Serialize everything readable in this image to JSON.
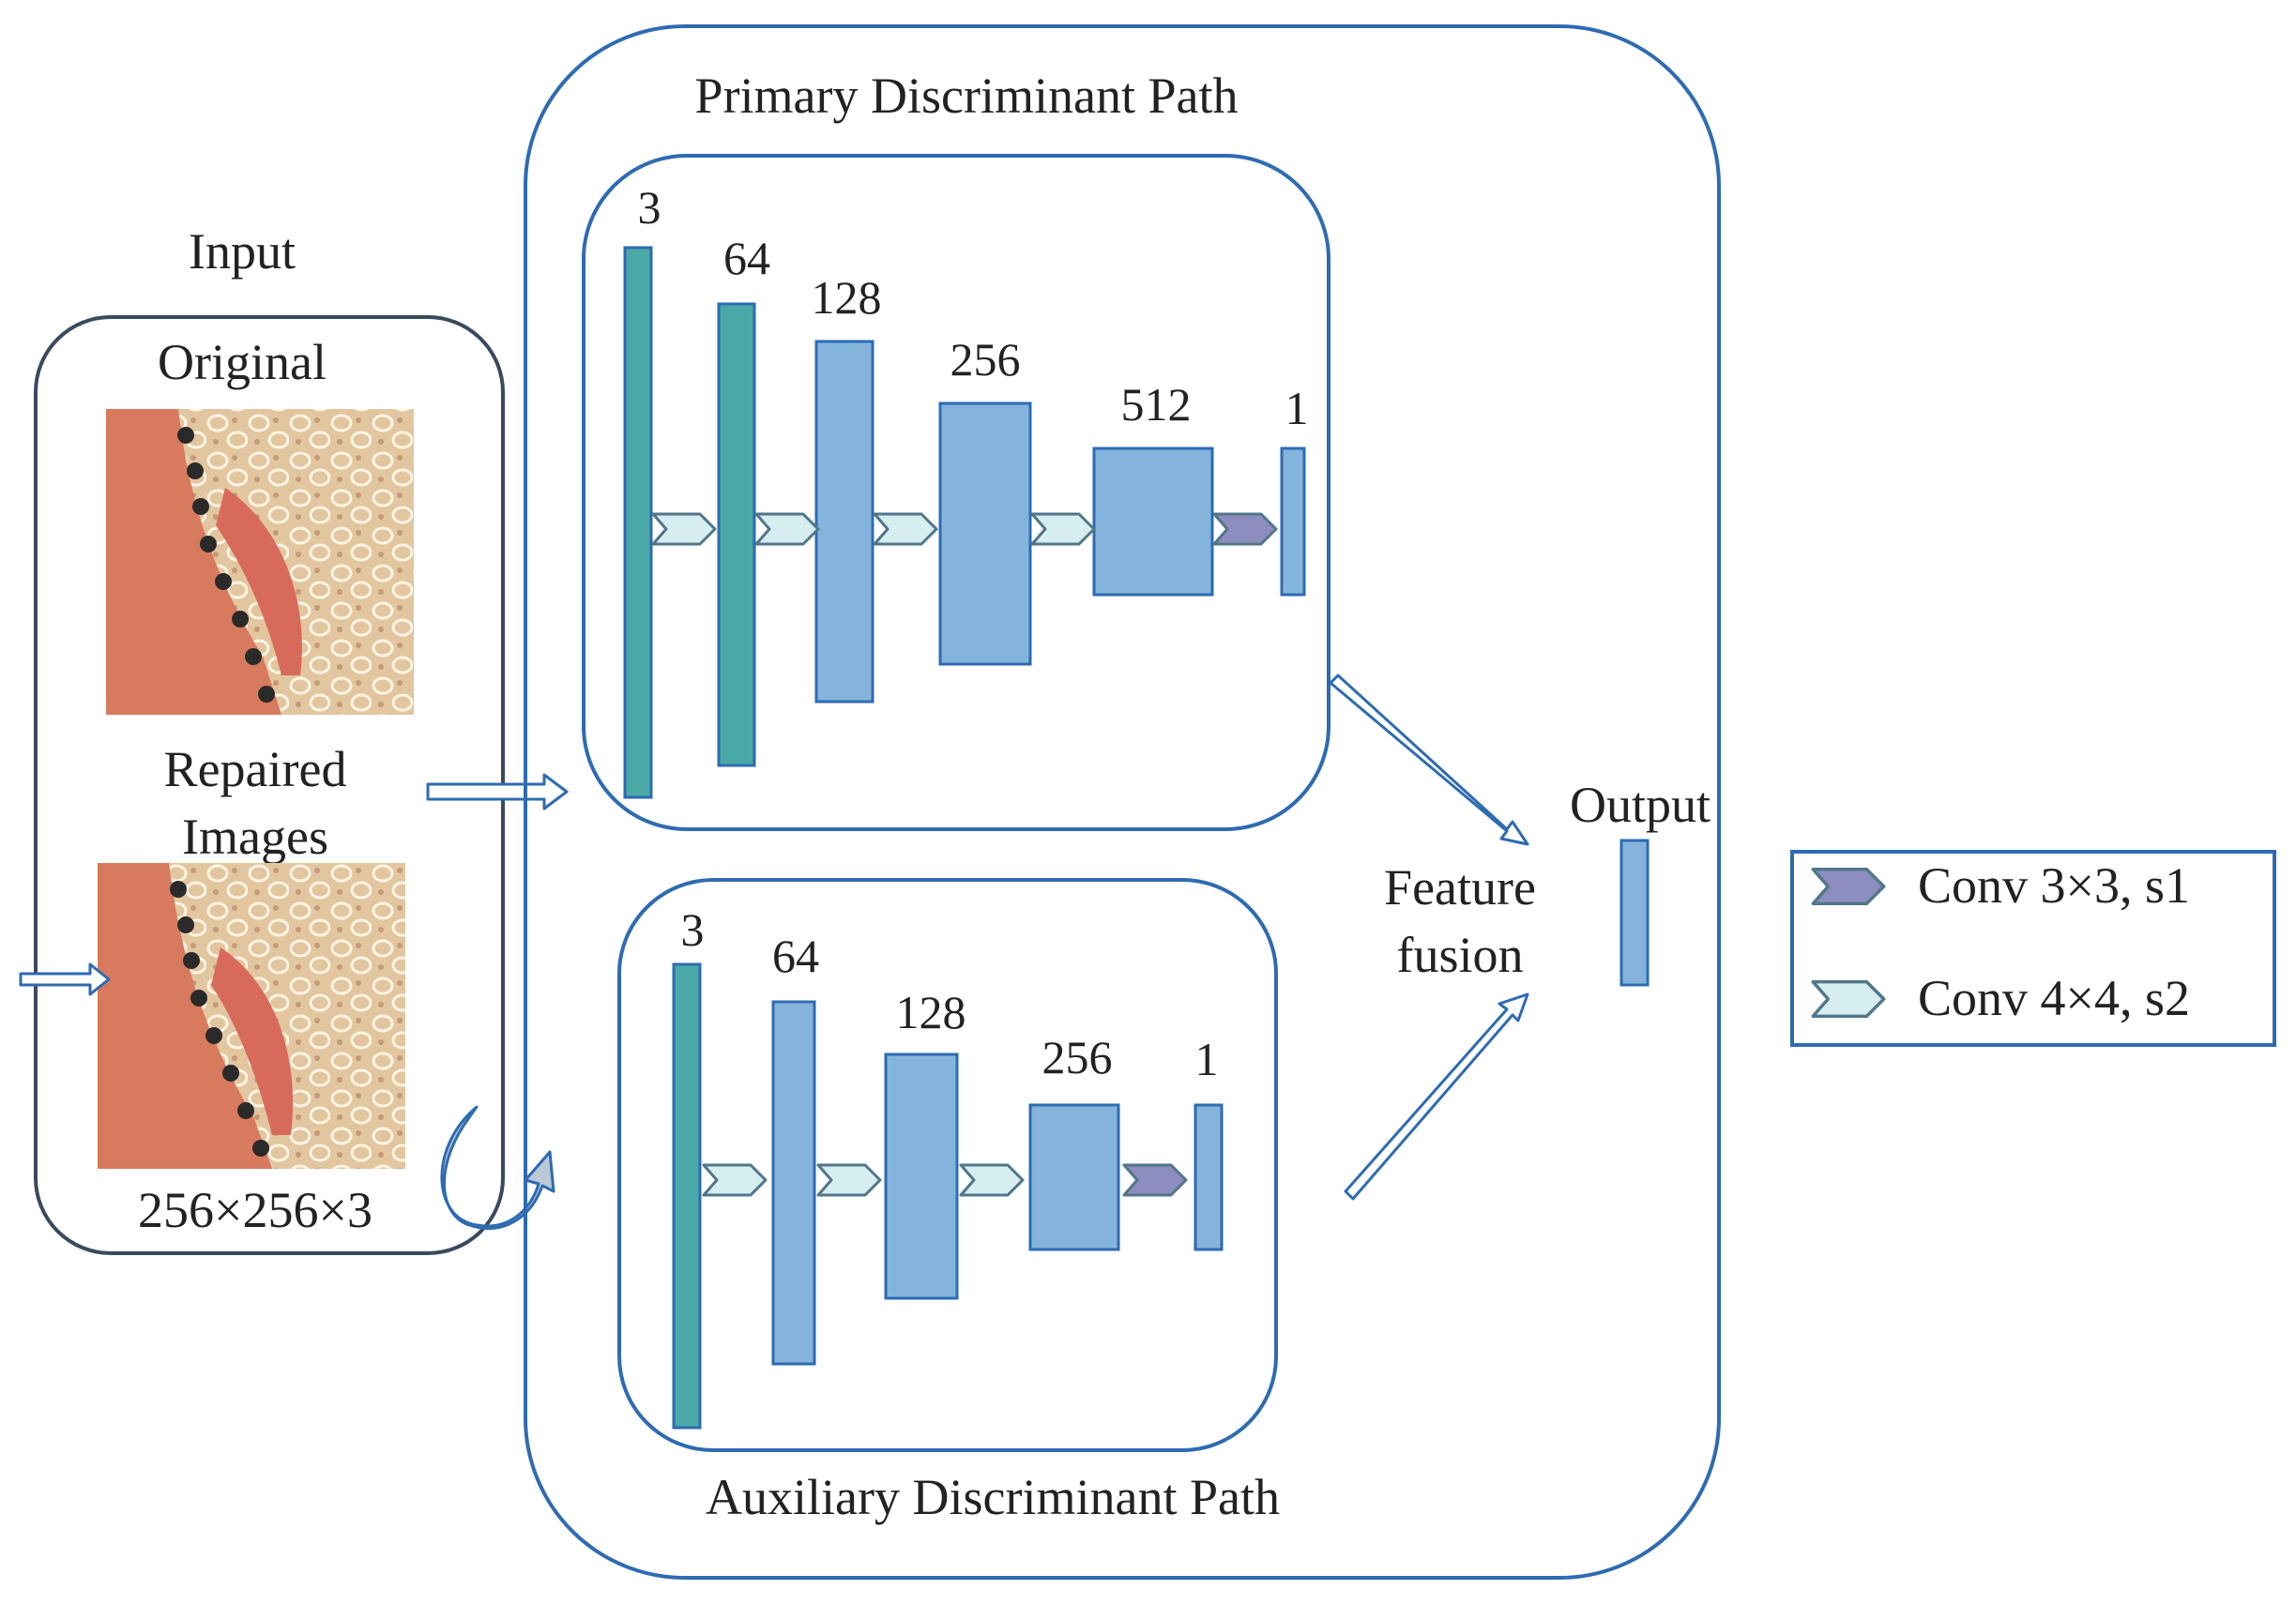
{
  "input": {
    "heading": "Input",
    "original_label": "Original",
    "repaired_label_line1": "Repaired",
    "repaired_label_line2": "Images",
    "size_label": "256×256×3"
  },
  "primary_path": {
    "title": "Primary Discriminant Path",
    "channels": [
      "3",
      "64",
      "128",
      "256",
      "512",
      "1"
    ]
  },
  "auxiliary_path": {
    "title": "Auxiliary Discriminant Path",
    "channels": [
      "3",
      "64",
      "128",
      "256",
      "1"
    ]
  },
  "fusion": {
    "label_line1": "Feature",
    "label_line2": "fusion"
  },
  "output": {
    "label": "Output"
  },
  "legend": {
    "items": [
      {
        "label": "Conv 3×3, s1",
        "icon": "purple-chevron-icon",
        "color": "#8e8dbf"
      },
      {
        "label": "Conv 4×4, s2",
        "icon": "light-cyan-chevron-icon",
        "color": "#d6eef0"
      }
    ]
  },
  "colors": {
    "frame_blue": "#2e6bb2",
    "teal_block": "#4aa9a6",
    "blue_block": "#84b4dc",
    "input_frame": "#3a4a5e"
  }
}
